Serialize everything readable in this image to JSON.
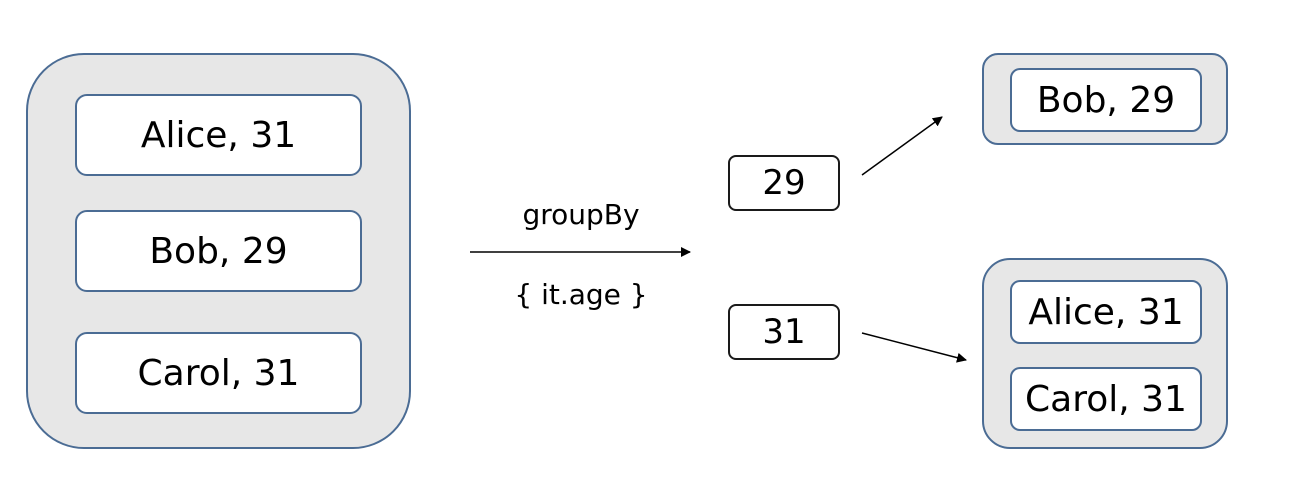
{
  "source": {
    "items": [
      {
        "label": "Alice, 31"
      },
      {
        "label": "Bob, 29"
      },
      {
        "label": "Carol, 31"
      }
    ]
  },
  "operation": {
    "name": "groupBy",
    "lambda": "{ it.age }"
  },
  "groups": [
    {
      "key": "29",
      "items": [
        {
          "label": "Bob, 29"
        }
      ]
    },
    {
      "key": "31",
      "items": [
        {
          "label": "Alice, 31"
        },
        {
          "label": "Carol, 31"
        }
      ]
    }
  ],
  "colors": {
    "container_fill": "#e7e7e7",
    "container_border": "#4b6c94",
    "key_border": "#1a1a1a",
    "arrow": "#000000"
  }
}
